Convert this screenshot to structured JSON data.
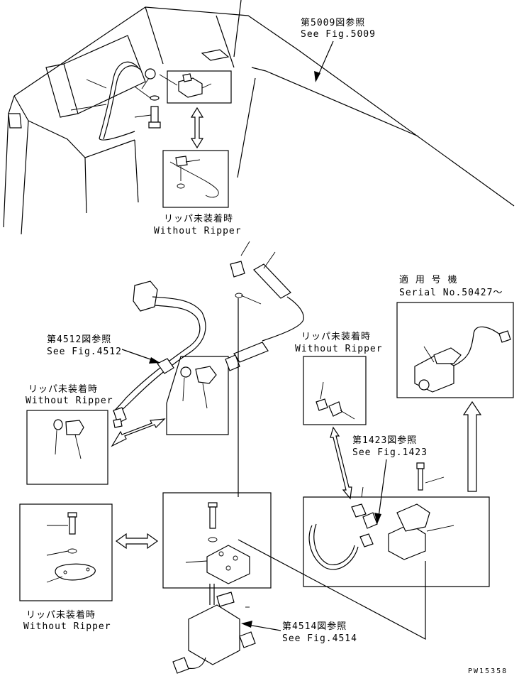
{
  "refs": {
    "fig5009_jp": "第5009図参照",
    "fig5009_en": "See Fig.5009",
    "fig4512_jp": "第4512図参照",
    "fig4512_en": "See Fig.4512",
    "fig1423_jp": "第1423図参照",
    "fig1423_en": "See Fig.1423",
    "fig4514_jp": "第4514図参照",
    "fig4514_en": "See Fig.4514"
  },
  "variants": {
    "without_ripper_jp": "リッパ未装着時",
    "without_ripper_en": "Without Ripper"
  },
  "serial": {
    "jp": "適 用 号 機",
    "en": "Serial No.50427～"
  },
  "drawing_code": "PW15358"
}
